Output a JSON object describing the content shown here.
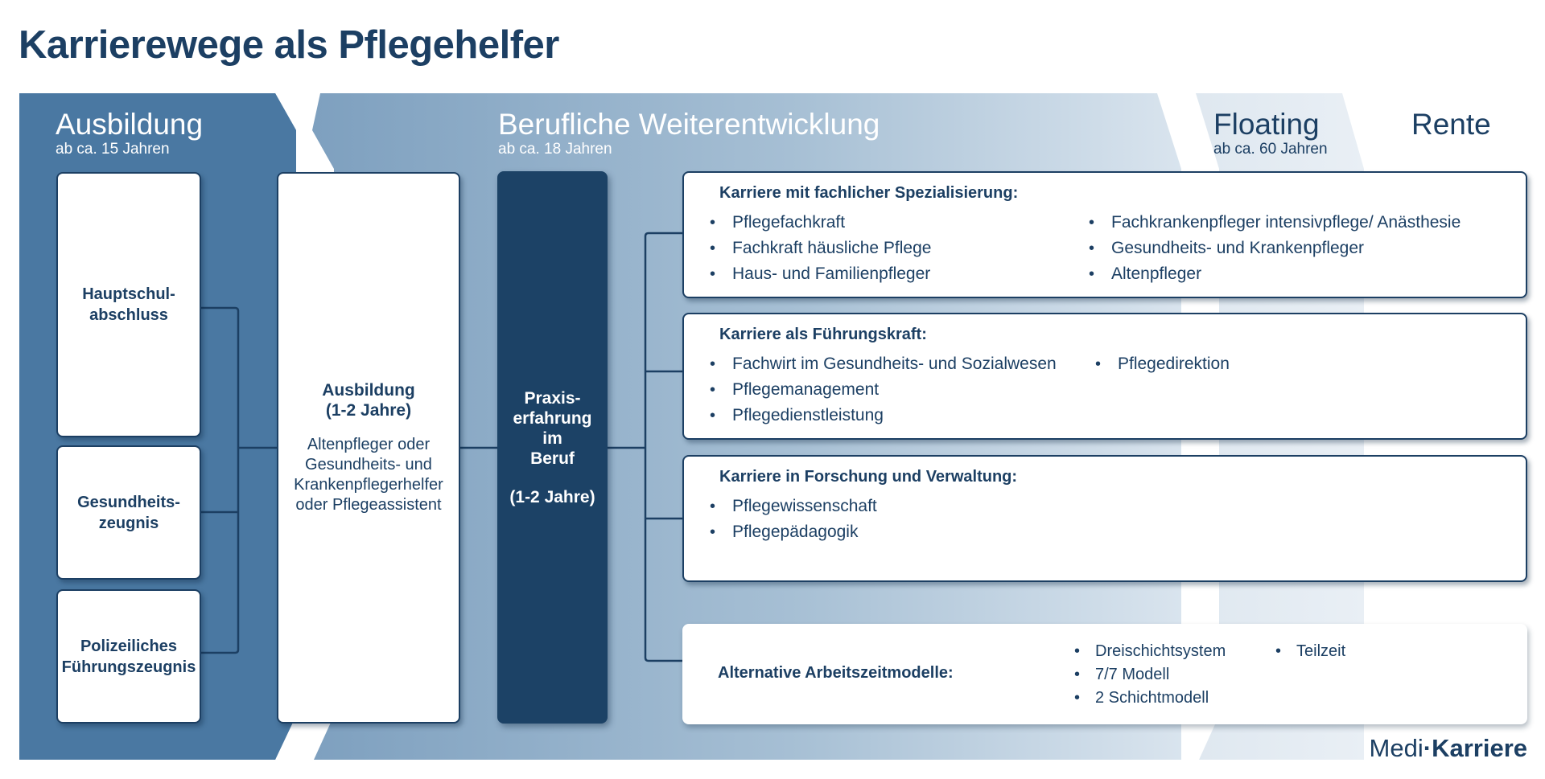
{
  "title": "Karrierewege als Pflegehelfer",
  "phases": {
    "ausbildung": {
      "title": "Ausbildung",
      "subtitle": "ab ca. 15 Jahren"
    },
    "weiterentwicklung": {
      "title": "Berufliche Weiterentwicklung",
      "subtitle": "ab ca. 18 Jahren"
    },
    "floating": {
      "title": "Floating",
      "subtitle": "ab ca. 60 Jahren"
    },
    "rente": {
      "title": "Rente"
    }
  },
  "requirements": [
    {
      "label": "Hauptschul-\nabschluss"
    },
    {
      "label": "Gesundheits-\nzeugnis"
    },
    {
      "label": "Polizeiliches\nFührungszeugnis"
    }
  ],
  "ausbildung_box": {
    "title": "Ausbildung\n(1-2 Jahre)",
    "description": "Altenpfleger oder\nGesundheits- und\nKrankenpflegerhelfer\noder Pflegeassistent"
  },
  "praxis": {
    "label": "Praxis-\nerfahrung\nim\nBeruf",
    "duration": "(1-2 Jahre)"
  },
  "careers": [
    {
      "title": "Karriere mit fachlicher Spezialisierung:",
      "col1": [
        "Pflegefachkraft",
        "Fachkraft häusliche Pflege",
        "Haus- und Familienpfleger"
      ],
      "col2": [
        "Fachkrankenpfleger intensivpflege/ Anästhesie",
        "Gesundheits- und Krankenpfleger",
        "Altenpfleger"
      ]
    },
    {
      "title": "Karriere als Führungskraft:",
      "col1": [
        "Fachwirt im Gesundheits- und Sozialwesen",
        "Pflegemanagement",
        "Pflegedienstleistung"
      ],
      "col2": [
        "Pflegedirektion"
      ]
    },
    {
      "title": "Karriere in Forschung und Verwaltung:",
      "col1": [
        "Pflegewissenschaft",
        "Pflegepädagogik"
      ],
      "col2": []
    }
  ],
  "arbeitszeit": {
    "title": "Alternative Arbeitszeitmodelle:",
    "col1": [
      "Dreischichtsystem",
      "7/7 Modell",
      "2 Schichtmodell"
    ],
    "col2": [
      "Teilzeit"
    ]
  },
  "brand": {
    "part1": "Medi",
    "dot": "·",
    "part2": "Karriere"
  },
  "colors": {
    "navy": "#1c3f63",
    "dark_box": "#1c4266",
    "band_left": "#4a78a2",
    "band_light": "#d6e2ec"
  }
}
